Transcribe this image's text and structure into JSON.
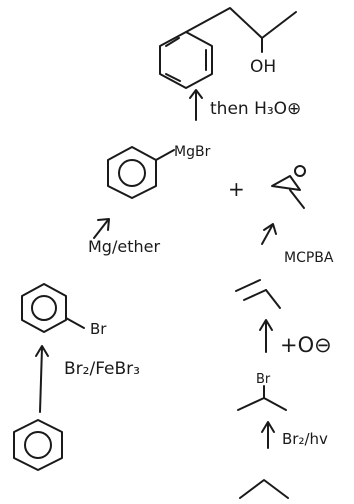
{
  "labels": {
    "oh": "OH",
    "step_final": "then H₃O⊕",
    "grignard_mgbr": "MgBr",
    "plus_main": "+",
    "mg_ether": "Mg/ether",
    "mcpba": "MCPBA",
    "aryl_br": "Br",
    "br2_febr3": "Br₂/FeBr₃",
    "plus_alkoxide": "+O⊖",
    "alkyl_br": "Br",
    "br2_hv": "Br₂/hv"
  },
  "colors": {
    "ink": "#1a1a1a",
    "background": "#ffffff"
  }
}
